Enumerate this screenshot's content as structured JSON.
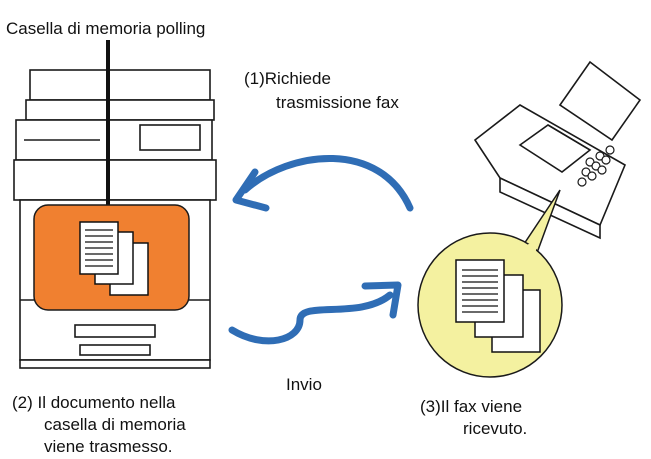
{
  "labels": {
    "polling_box": "Casella di memoria polling",
    "step1_line1": "(1)Richiede",
    "step1_line2": "trasmissione fax",
    "send": "Invio",
    "step2_line1": "(2) Il documento nella",
    "step2_line2": "casella di memoria",
    "step2_line3": "viene trasmesso.",
    "step3_line1": "(3)Il fax viene",
    "step3_line2": "ricevuto."
  },
  "colors": {
    "memory_box": "#f08030",
    "received_bubble": "#f4f1a0",
    "arrow": "#2f6db5",
    "outline": "#1a1a1a"
  },
  "icons": {
    "machine": "multifunction-printer-icon",
    "fax": "fax-machine-icon",
    "documents": "document-stack-icon",
    "arrow": "curved-arrow-icon"
  }
}
